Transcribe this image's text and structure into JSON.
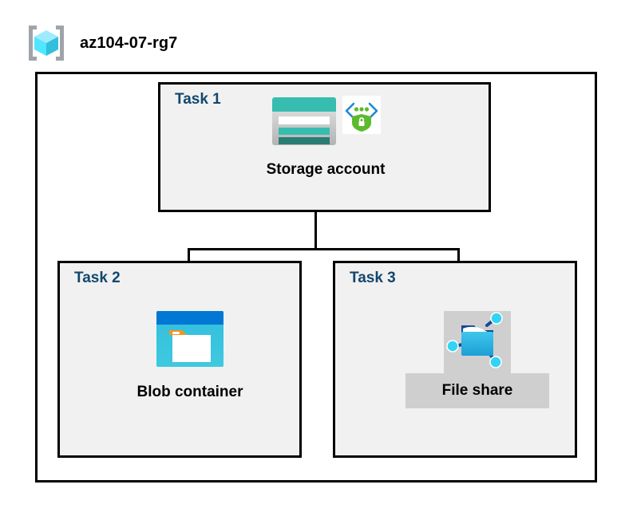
{
  "resource_group": {
    "icon": "azure-resource-group-icon",
    "name": "az104-07-rg7"
  },
  "tasks": [
    {
      "label": "Task 1",
      "node": {
        "caption": "Storage account",
        "icons": [
          "storage-account-icon",
          "secure-endpoint-shield-icon"
        ],
        "highlighted": false
      }
    },
    {
      "label": "Task 2",
      "node": {
        "caption": "Blob container",
        "icons": [
          "blob-container-icon"
        ],
        "highlighted": false
      }
    },
    {
      "label": "Task 3",
      "node": {
        "caption": "File share",
        "icons": [
          "file-share-icon"
        ],
        "highlighted": true
      }
    }
  ],
  "colors": {
    "border": "#000000",
    "task_box_fill": "#f1f1f1",
    "task_label": "#12476e",
    "highlight_fill": "#cfcfcf",
    "storage_teal": "#37bdb0",
    "storage_teal_dark": "#2a7d74",
    "blob_blue": "#0078d4",
    "blob_cyan": "#32bedd",
    "blob_orange": "#f7941e",
    "shield_green": "#5dba2d",
    "cube_cyan": "#50e6ff",
    "bracket_gray": "#a0a4a8"
  }
}
